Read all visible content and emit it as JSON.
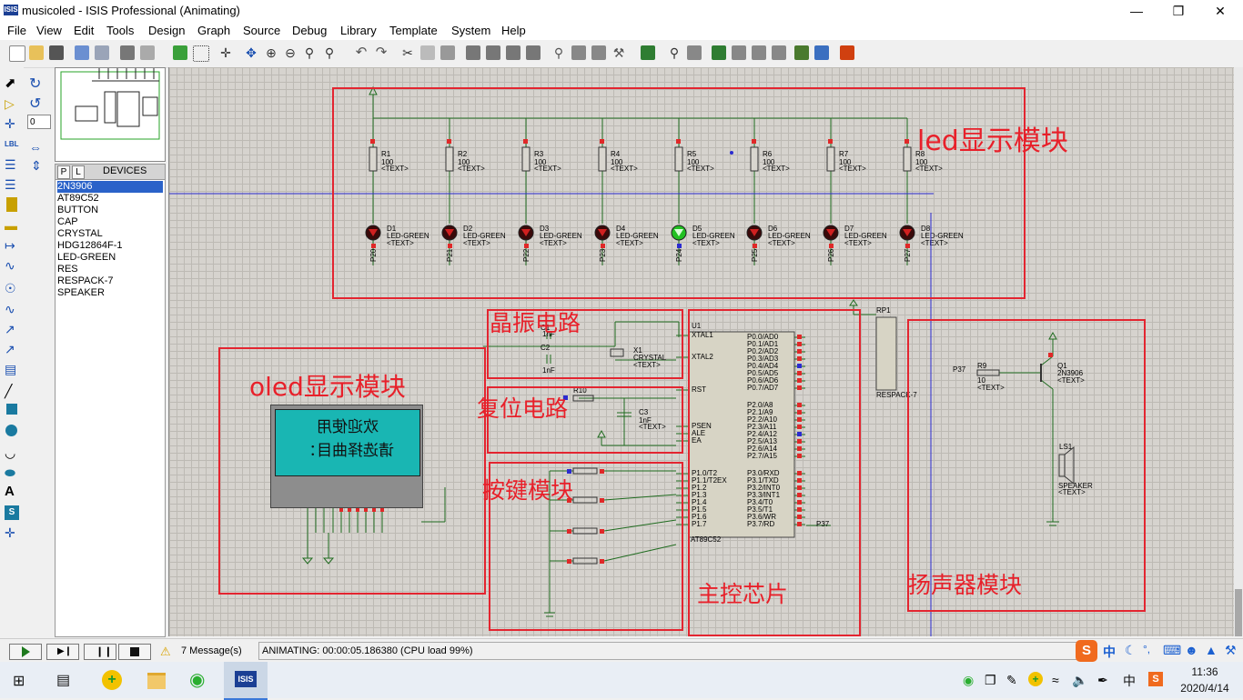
{
  "window": {
    "title": "musicoled - ISIS Professional (Animating)",
    "app_icon": "ISIS"
  },
  "menu": [
    "File",
    "View",
    "Edit",
    "Tools",
    "Design",
    "Graph",
    "Source",
    "Debug",
    "Library",
    "Template",
    "System",
    "Help"
  ],
  "devices": {
    "tab_p": "P",
    "tab_l": "L",
    "header": "DEVICES",
    "items": [
      "2N3906",
      "AT89C52",
      "BUTTON",
      "CAP",
      "CRYSTAL",
      "HDG12864F-1",
      "LED-GREEN",
      "RES",
      "RESPACK-7",
      "SPEAKER"
    ],
    "selected": 0
  },
  "zoom_input": "0",
  "schematic": {
    "modules": {
      "led": "led显示模块",
      "crystal": "晶振电路",
      "reset": "复位电路",
      "keys": "按键模块",
      "oled": "oled显示模块",
      "mcu": "主控芯片",
      "speaker": "扬声器模块"
    },
    "resistors": [
      "R1",
      "R2",
      "R3",
      "R4",
      "R5",
      "R6",
      "R7",
      "R8"
    ],
    "leds": [
      "D1",
      "D2",
      "D3",
      "D4",
      "D5",
      "D6",
      "D7",
      "D8"
    ],
    "res_value": "100",
    "led_type": "LED-GREEN",
    "text_placeholder": "<TEXT>",
    "led_ports": [
      "P20",
      "P21",
      "P22",
      "P23",
      "P24",
      "P25",
      "P26",
      "P27"
    ],
    "lit_led_index": 4,
    "u1": {
      "name": "U1",
      "part": "AT89C52",
      "left_pins": [
        "XTAL1",
        "XTAL2",
        "RST",
        "PSEN",
        "ALE",
        "EA",
        "P1.0/T2",
        "P1.1/T2EX",
        "P1.2",
        "P1.3",
        "P1.4",
        "P1.5",
        "P1.6",
        "P1.7"
      ],
      "right_pins": [
        "P0.0/AD0",
        "P0.1/AD1",
        "P0.2/AD2",
        "P0.3/AD3",
        "P0.4/AD4",
        "P0.5/AD5",
        "P0.6/AD6",
        "P0.7/AD7",
        "P2.0/A8",
        "P2.1/A9",
        "P2.2/A10",
        "P2.3/A11",
        "P2.4/A12",
        "P2.5/A13",
        "P2.6/A14",
        "P2.7/A15",
        "P3.0/RXD",
        "P3.1/TXD",
        "P3.2/INT0",
        "P3.3/INT1",
        "P3.4/T0",
        "P3.5/T1",
        "P3.6/WR",
        "P3.7/RD"
      ]
    },
    "caps": {
      "c1": "C1",
      "c2": "C2",
      "c3": "C3",
      "value": "1nF"
    },
    "crystal": {
      "name": "X1",
      "type": "CRYSTAL"
    },
    "r10": "R10",
    "r9": {
      "name": "R9",
      "value": "10"
    },
    "rp1": {
      "name": "RP1",
      "type": "RESPACK-7"
    },
    "q1": {
      "name": "Q1",
      "type": "2N3906"
    },
    "ls1": {
      "name": "LS1",
      "type": "SPEAKER"
    },
    "oled_line1": "欢迎使用",
    "oled_line2": "请选择曲目：",
    "p37": "P37"
  },
  "status": {
    "messages": "7 Message(s)",
    "animating": "ANIMATING: 00:00:05.186380 (CPU load 99%)"
  },
  "taskbar": {
    "time": "11:36",
    "date": "2020/4/14",
    "ime": "中",
    "ime_tray": "中"
  },
  "colors": {
    "accent_red": "#e32530",
    "wire": "#1f6b1f",
    "grid_bg": "#d6d3ce",
    "lit_led": "#22c022"
  }
}
